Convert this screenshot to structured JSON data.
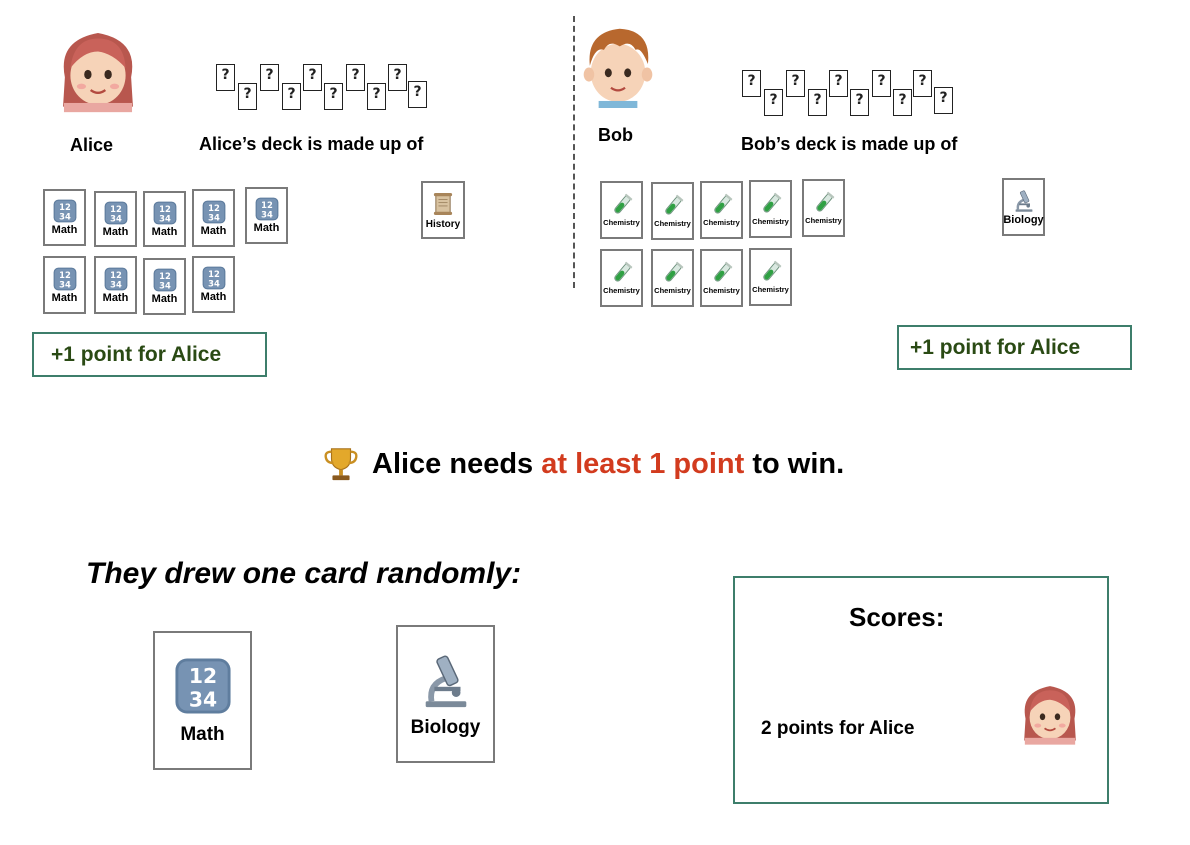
{
  "alice": {
    "name": "Alice",
    "deck_label": "Alice’s deck is made up of",
    "cards": [
      "Math",
      "Math",
      "Math",
      "Math",
      "Math",
      "Math",
      "Math",
      "Math",
      "Math",
      "History"
    ],
    "point_label": "+1 point for Alice"
  },
  "bob": {
    "name": "Bob",
    "deck_label": "Bob’s deck is made up of",
    "cards": [
      "Chemistry",
      "Chemistry",
      "Chemistry",
      "Chemistry",
      "Chemistry",
      "Chemistry",
      "Chemistry",
      "Chemistry",
      "Chemistry",
      "Biology"
    ],
    "point_label": "+1 point for Alice"
  },
  "hidden_card_glyph": "?",
  "goal": {
    "prefix": "Alice needs ",
    "highlight": "at least 1 point",
    "suffix": " to win.",
    "highlight_color": "#d23b1e",
    "icon": "trophy-icon"
  },
  "draw": {
    "heading": "They drew one card randomly:",
    "alice_card": "Math",
    "bob_card": "Biology"
  },
  "scores": {
    "title": "Scores:",
    "text": "2 points for Alice"
  },
  "colors": {
    "box_border": "#3d7e6b",
    "point_text": "#2a4a14",
    "highlight": "#d23b1e"
  }
}
